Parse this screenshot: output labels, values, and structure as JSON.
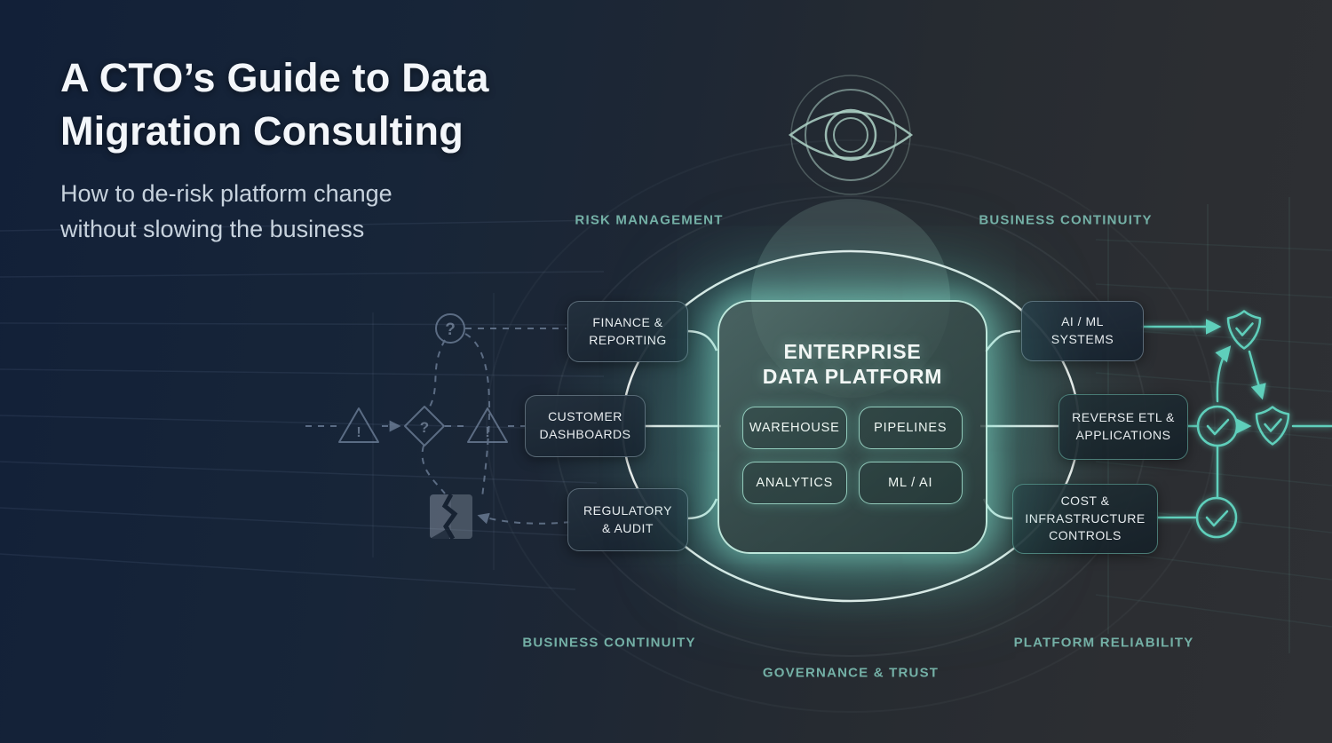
{
  "header": {
    "title": "A CTO’s Guide to Data\nMigration Consulting",
    "subtitle": "How to de-risk platform change\nwithout slowing the business"
  },
  "quadrant_labels": {
    "top_left": "RISK MANAGEMENT",
    "top_right": "BUSINESS CONTINUITY",
    "bottom_left": "BUSINESS CONTINUITY",
    "bottom_right": "PLATFORM RELIABILITY",
    "bottom_center": "GOVERNANCE & TRUST"
  },
  "platform": {
    "title": "ENTERPRISE\nDATA PLATFORM",
    "modules": [
      {
        "label": "WAREHOUSE"
      },
      {
        "label": "PIPELINES"
      },
      {
        "label": "ANALYTICS"
      },
      {
        "label": "ML / AI"
      }
    ]
  },
  "source_nodes": [
    {
      "label": "FINANCE &\nREPORTING"
    },
    {
      "label": "CUSTOMER\nDASHBOARDS"
    },
    {
      "label": "REGULATORY\n& AUDIT"
    }
  ],
  "consumer_nodes": [
    {
      "label": "AI / ML\nSYSTEMS"
    },
    {
      "label": "REVERSE ETL &\nAPPLICATIONS"
    },
    {
      "label": "COST &\nINFRASTRUCTURE\nCONTROLS"
    }
  ],
  "icons": {
    "eye": "oversight-eye-icon",
    "shield_check": "shield-check-icon",
    "circle_check": "circle-check-icon",
    "broken_data": "broken-data-icon",
    "question_glyph": "?",
    "alert_glyph": "!"
  },
  "colors": {
    "accent_teal": "#5ecfbb",
    "label_teal": "#74b0a6",
    "line_white": "#f2f7f5",
    "bg_navy": "#14223a",
    "bg_graphite": "#2e3034"
  }
}
